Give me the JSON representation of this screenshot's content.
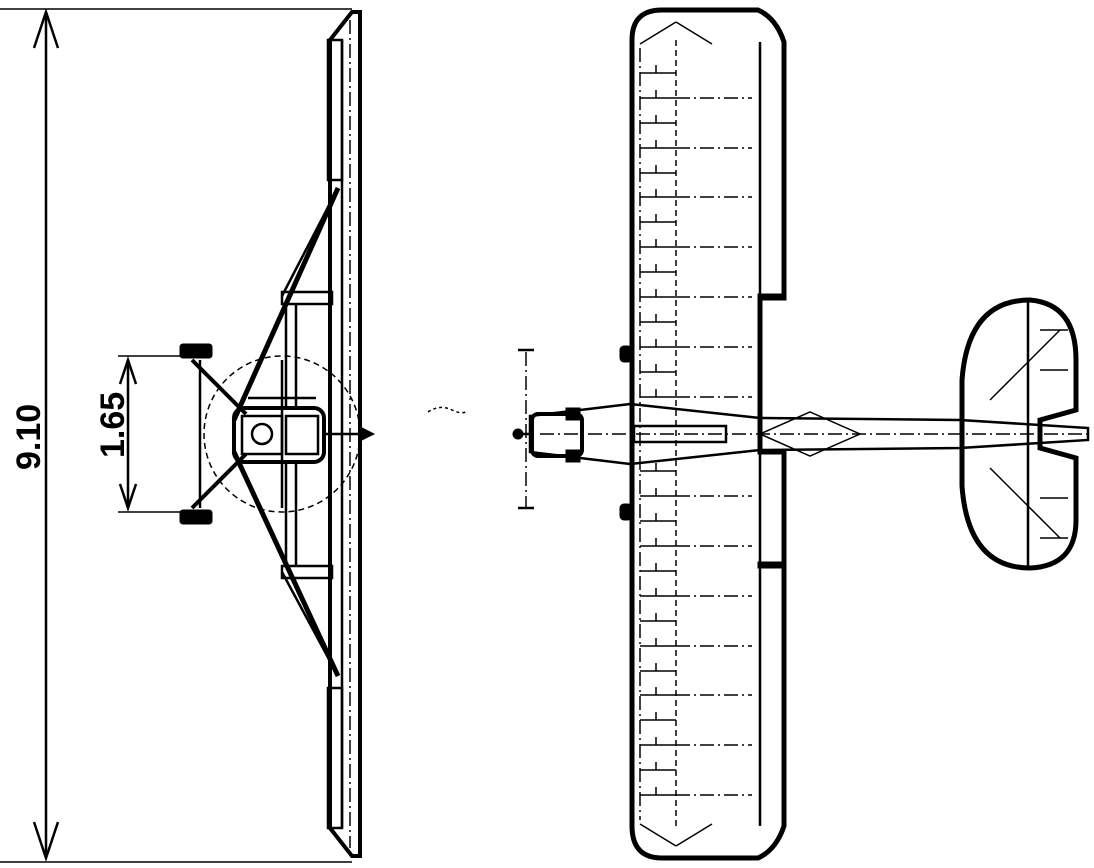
{
  "drawing": {
    "front_view": {
      "span_dimension_label": "9.10",
      "track_dimension_label": "1.65"
    },
    "top_view": {
      "wing_rib_count": 30
    }
  },
  "colors": {
    "line": "#000000",
    "background": "#ffffff"
  }
}
